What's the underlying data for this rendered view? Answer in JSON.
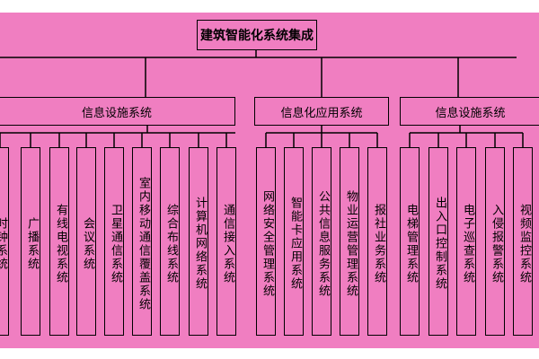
{
  "diagram": {
    "root": "建筑智能化系统集成",
    "groups": [
      {
        "label": "信息设施系统",
        "items": [
          "时钟系统",
          "广播系统",
          "有线电视系统",
          "会议系统",
          "卫星通信系统",
          "室内移动通信覆盖系统",
          "综合布线系统",
          "计算机网络系统",
          "通信接入系统"
        ]
      },
      {
        "label": "信息化应用系统",
        "items": [
          "网络安全管理系统",
          "智能卡应用系统",
          "公共信息服务系统",
          "物业运营管理系统",
          "报社业务系统"
        ]
      },
      {
        "label": "信息设施系统",
        "items": [
          "电梯管理系统",
          "出入口控制系统",
          "电子巡查系统",
          "入侵报警系统",
          "视频监控系统"
        ]
      }
    ]
  },
  "colors": {
    "background": "#f07ec1",
    "border": "#000000"
  }
}
